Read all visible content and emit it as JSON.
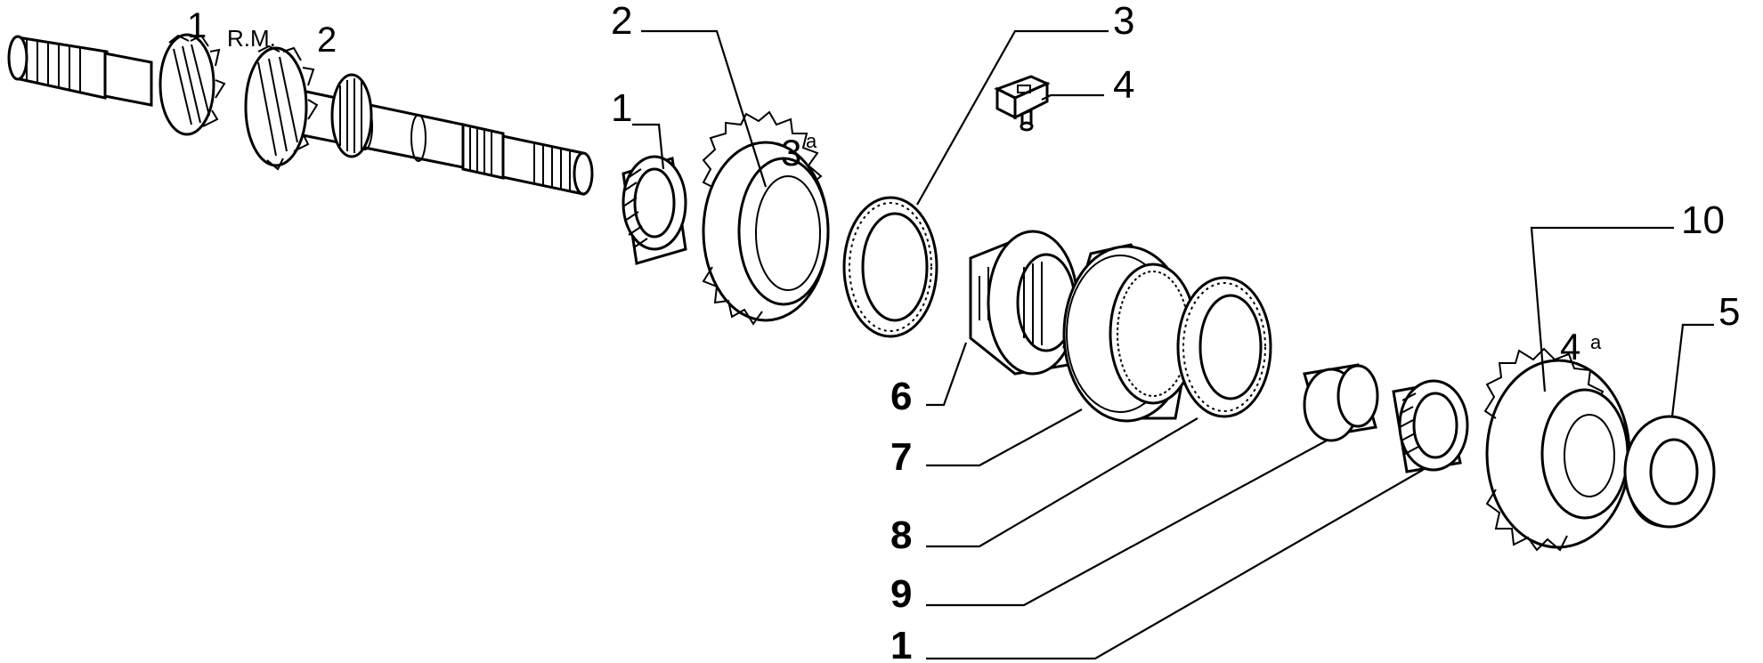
{
  "labels": {
    "shaft_1": "1",
    "shaft_rm": "R.M.",
    "shaft_2": "2",
    "bearing_left_1": "1",
    "gear_2": "2",
    "gear_3_num": "3",
    "gear_3_sup": "a",
    "synchro_ring_3": "3",
    "key_4": "4",
    "gear_10": "10",
    "gear_4_num": "4",
    "gear_4_sup": "a",
    "washer_5": "5",
    "hub_6": "6",
    "sleeve_7": "7",
    "ring_8": "8",
    "bushing_9": "9",
    "bearing_right_1": "1"
  }
}
